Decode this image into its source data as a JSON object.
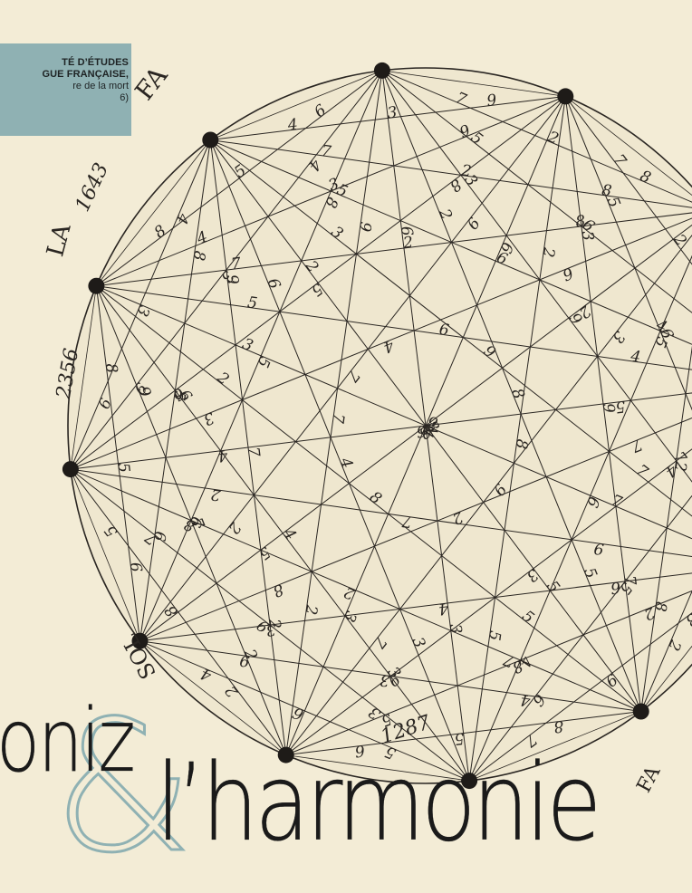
{
  "series_label": {
    "line1": "TÉ D’ÉTUDES",
    "line2": "GUE FRANÇAISE,",
    "line3": "re de la mort",
    "line4": "6)"
  },
  "diagram": {
    "node_labels": [
      "FA",
      "LA",
      "SOL",
      "FA"
    ],
    "node_numbers": [
      "1643",
      "2356",
      "1287"
    ],
    "edge_digits": [
      "8",
      "5",
      "6",
      "4",
      "3",
      "9",
      "7",
      "2"
    ]
  },
  "title": {
    "name_fragment": "oniz",
    "ampersand": "&",
    "subject": "l’harmonie"
  },
  "colors": {
    "background": "#f3ecd6",
    "accent": "#8fb1b3",
    "ink": "#1a1a1a"
  }
}
